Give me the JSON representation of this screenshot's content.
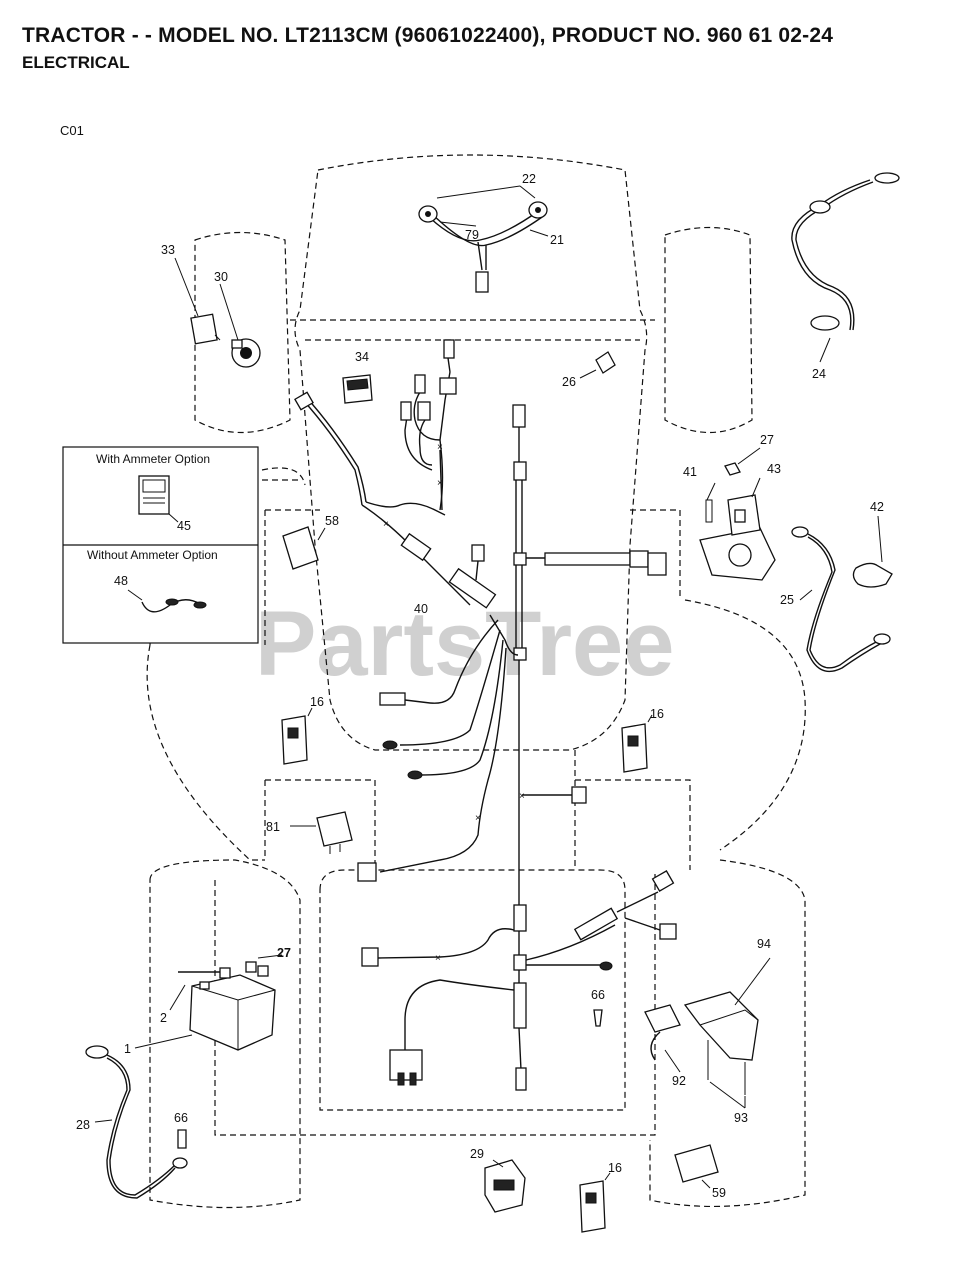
{
  "header": {
    "title": "TRACTOR - - MODEL NO. LT2113CM (96061022400), PRODUCT NO. 960 61 02-24",
    "subtitle": "ELECTRICAL",
    "code": "C01"
  },
  "watermark": "PartsTree",
  "options": {
    "with_ammeter": "With Ammeter Option",
    "without_ammeter": "Without Ammeter Option"
  },
  "callouts": {
    "p22": "22",
    "p79": "79",
    "p21": "21",
    "p24": "24",
    "p33": "33",
    "p30": "30",
    "p34": "34",
    "p26": "26",
    "p27a": "27",
    "p41": "41",
    "p43": "43",
    "p42": "42",
    "p45": "45",
    "p48": "48",
    "p58": "58",
    "p40": "40",
    "p25": "25",
    "p16a": "16",
    "p16b": "16",
    "p81": "81",
    "p27b": "27",
    "p2": "2",
    "p1": "1",
    "p66a": "66",
    "p94": "94",
    "p92": "92",
    "p93": "93",
    "p28": "28",
    "p66b": "66",
    "p29": "29",
    "p16c": "16",
    "p59": "59"
  }
}
